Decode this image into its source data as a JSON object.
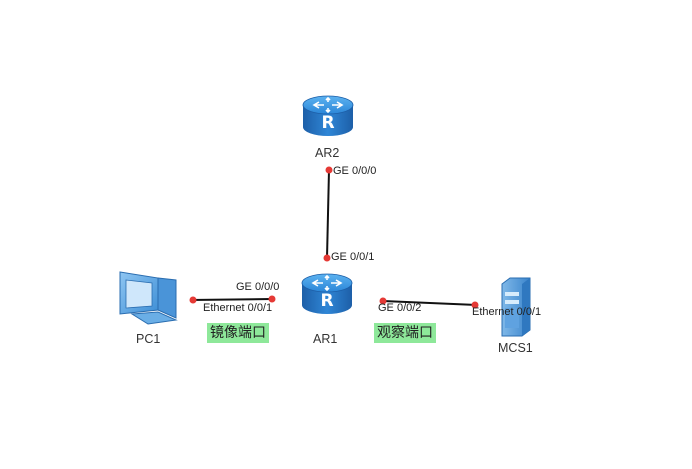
{
  "devices": {
    "ar2": {
      "name": "AR2",
      "glyph": "R"
    },
    "ar1": {
      "name": "AR1",
      "glyph": "R"
    },
    "pc1": {
      "name": "PC1"
    },
    "mcs1": {
      "name": "MCS1"
    }
  },
  "ports": {
    "ar2_ge000": "GE 0/0/0",
    "ar1_ge001": "GE 0/0/1",
    "ar1_ge000": "GE 0/0/0",
    "pc1_eth": "Ethernet 0/0/1",
    "ar1_ge002": "GE 0/0/2",
    "mcs1_eth": "Ethernet 0/0/1"
  },
  "annotations": {
    "mirror_port": "镜像端口",
    "observe_port": "观察端口"
  },
  "colors": {
    "router_blue": "#2a7fd4",
    "port_dot": "#e53935",
    "link": "#111111",
    "tag_bg": "#8ee89a"
  }
}
